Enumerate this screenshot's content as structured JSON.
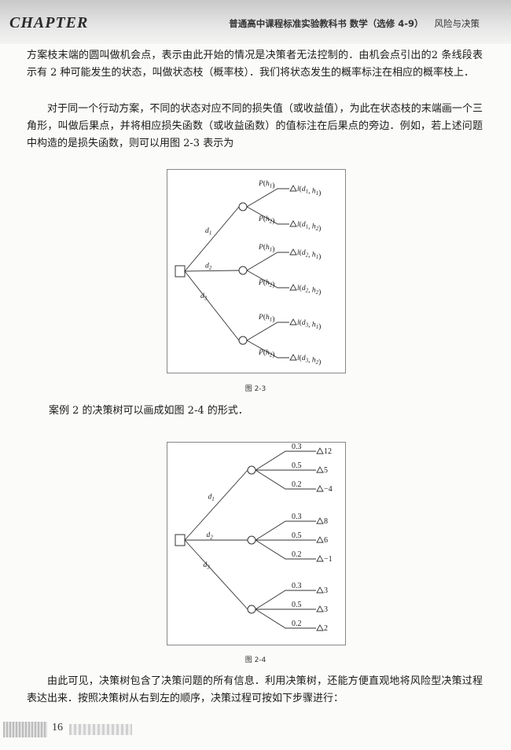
{
  "header": {
    "chapter": "CHAPTER",
    "book": "普通高中课程标准实验教科书 数学（选修 4-9）",
    "section": "风险与决策"
  },
  "paragraphs": {
    "p1": "方案枝末端的圆叫做机会点，表示由此开始的情况是决策者无法控制的．由机会点引出的2 条线段表示有 2 种可能发生的状态，叫做状态枝（概率枝）．我们将状态发生的概率标注在相应的概率枝上．",
    "p2": "对于同一个行动方案，不同的状态对应不同的损失值（或收益值），为此在状态枝的末端画一个三角形，叫做后果点，并将相应损失函数（或收益函数）的值标注在后果点的旁边．例如，若上述问题中构造的是损失函数，则可以用图 2-3 表示为",
    "p3": "案例 2 的决策树可以画成如图 2-4 的形式．",
    "p4": "由此可见，决策树包含了决策问题的所有信息．利用决策树，还能方便直观地将风险型决策过程表达出来．按照决策树从右到左的顺序，决策过程可按如下步骤进行："
  },
  "figure1": {
    "caption": "图 2-3",
    "actions": [
      "d1",
      "d2",
      "d3"
    ],
    "branches": [
      {
        "action": "d1",
        "states": [
          {
            "prob": "P(h1)",
            "outcome": "Δl(d1, h1)"
          },
          {
            "prob": "P(h2)",
            "outcome": "Δl(d1, h2)"
          }
        ]
      },
      {
        "action": "d2",
        "states": [
          {
            "prob": "P(h1)",
            "outcome": "Δl(d2, h1)"
          },
          {
            "prob": "P(h2)",
            "outcome": "Δl(d2, h2)"
          }
        ]
      },
      {
        "action": "d3",
        "states": [
          {
            "prob": "P(h1)",
            "outcome": "Δl(d3, h1)"
          },
          {
            "prob": "P(h2)",
            "outcome": "Δl(d3, h2)"
          }
        ]
      }
    ]
  },
  "figure2": {
    "caption": "图 2-4",
    "actions": [
      "d1",
      "d2",
      "d3"
    ],
    "branches": [
      {
        "action": "d1",
        "states": [
          {
            "prob": "0.3",
            "outcome": "12"
          },
          {
            "prob": "0.5",
            "outcome": "5"
          },
          {
            "prob": "0.2",
            "outcome": "−4"
          }
        ]
      },
      {
        "action": "d2",
        "states": [
          {
            "prob": "0.3",
            "outcome": "8"
          },
          {
            "prob": "0.5",
            "outcome": "6"
          },
          {
            "prob": "0.2",
            "outcome": "−1"
          }
        ]
      },
      {
        "action": "d3",
        "states": [
          {
            "prob": "0.3",
            "outcome": "3"
          },
          {
            "prob": "0.5",
            "outcome": "3"
          },
          {
            "prob": "0.2",
            "outcome": "2"
          }
        ]
      }
    ]
  },
  "footer": {
    "page_number": "16"
  }
}
